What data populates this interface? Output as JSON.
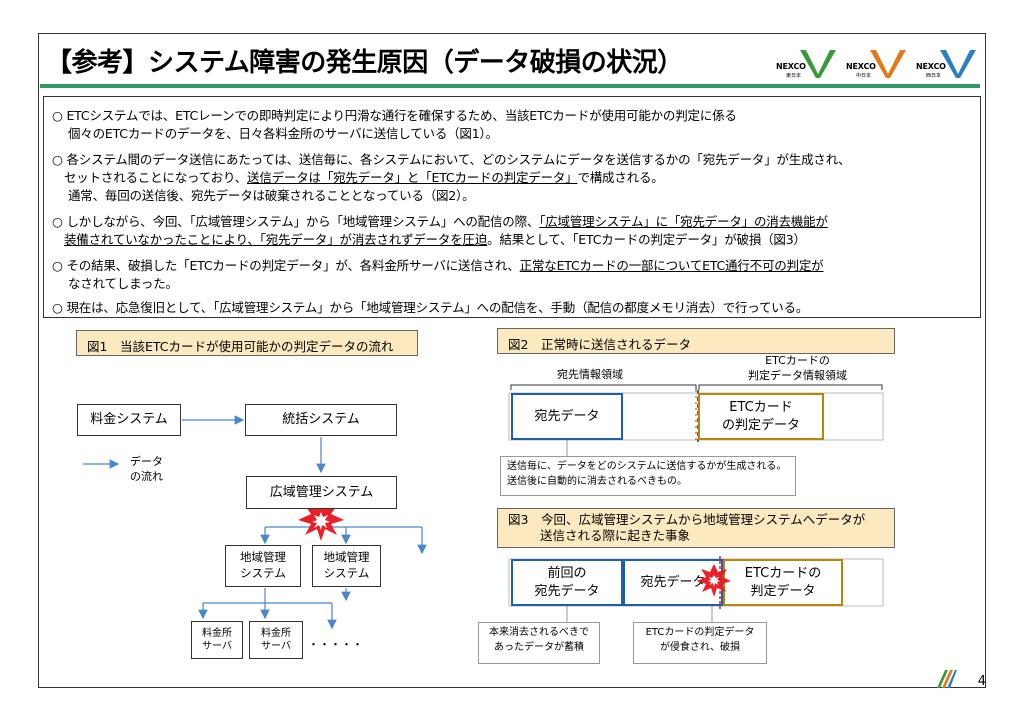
{
  "header": {
    "title": "【参考】システム障害の発生原因（データ破損の状況）",
    "logos": [
      {
        "name": "NEXCO",
        "sub": "東日本",
        "color": "#3a9a3a"
      },
      {
        "name": "NEXCO",
        "sub": "中日本",
        "color": "#e07a1a"
      },
      {
        "name": "NEXCO",
        "sub": "西日本",
        "color": "#2d7fc1"
      }
    ]
  },
  "bullets": {
    "b1_l1": "○ ETCシステムでは、ETCレーンでの即時判定により円滑な通行を確保するため、当該ETCカードが使用可能かの判定に係る",
    "b1_l2": "個々のETCカードのデータを、日々各料金所のサーバに送信している（図1）。",
    "b2_l1": "○ 各システム間のデータ送信にあたっては、送信毎に、各システムにおいて、どのシステムにデータを送信するかの「宛先データ」が生成され、",
    "b2_l2a": "セットされることになっており、",
    "b2_l2b": "送信データは「宛先データ」と「ETCカードの判定データ」",
    "b2_l2c": "で構成される。",
    "b2_l3": "通常、毎回の送信後、宛先データは破棄されることとなっている（図2）。",
    "b3_l1a": "○ しかしながら、今回、「広域管理システム」から「地域管理システム」への配信の際、",
    "b3_l1b": "「広域管理システム」に「宛先データ」の消去機能が",
    "b3_l2a": "装備されていなかったことにより、「宛先データ」が消去されずデータを圧迫",
    "b3_l2b": "。結果として、「ETCカードの判定データ」が破損（図3）",
    "b4_l1a": "○ その結果、破損した「ETCカードの判定データ」が、各料金所サーバに送信され、",
    "b4_l1b": "正常なETCカードの一部についてETC通行不可の判定が",
    "b4_l2": "なされてしまった。",
    "b5_l1": "○ 現在は、応急復旧として、「広域管理システム」から「地域管理システム」への配信を、手動（配信の都度メモリ消去）で行っている。"
  },
  "fig1": {
    "header": "図1　当該ETCカードが使用可能かの判定データの流れ",
    "billing": "料金システム",
    "central": "統括システム",
    "wide": "広域管理システム",
    "regional1": "地域管理\nシステム",
    "regional2": "地域管理\nシステム",
    "server1": "料金所\nサーバ",
    "server2": "料金所\nサーバ",
    "ellipsis": "・・・・・",
    "legend": "データ\nの流れ"
  },
  "fig2": {
    "header": "図2　正常時に送信されるデータ",
    "area_dest": "宛先情報領域",
    "area_etc": "ETCカードの\n判定データ情報領域",
    "dest_box": "宛先データ",
    "etc_box": "ETCカード\nの判定データ",
    "note": "送信毎に、データをどのシステムに送信するかが生成される。\n送信後に自動的に消去されるべきもの。"
  },
  "fig3": {
    "header_l1": "図3　今回、広域管理システムから地域管理システムへデータが",
    "header_l2": "送信される際に起きた事象",
    "prev_box": "前回の\n宛先データ",
    "dest_box": "宛先データ",
    "etc_box": "ETCカードの\n判定データ",
    "note_left": "本来消去されるべきで\nあったデータが蓄積",
    "note_right": "ETCカードの判定データ\nが侵食され、破損"
  },
  "page": {
    "number": "4"
  },
  "colors": {
    "accent": "#2f9a63",
    "header_bg": "#fde9c0",
    "arrow": "#4a86c8",
    "blue_box": "#1f5fa8",
    "gold_box": "#b8860b",
    "burst": "#e8202a"
  }
}
